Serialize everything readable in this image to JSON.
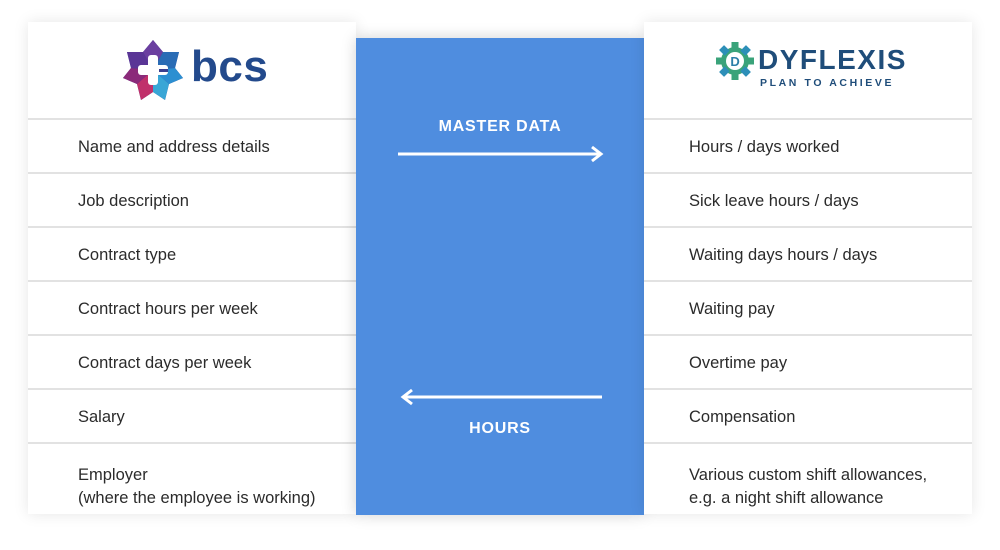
{
  "left": {
    "logo_text": "bcs",
    "items": [
      {
        "line1": "Name and address details"
      },
      {
        "line1": "Job description"
      },
      {
        "line1": "Contract type"
      },
      {
        "line1": "Contract hours per week"
      },
      {
        "line1": "Contract days per week"
      },
      {
        "line1": "Salary"
      },
      {
        "line1": "Employer",
        "line2": "(where the employee is working)"
      }
    ]
  },
  "right": {
    "logo_name": "DYFLEXIS",
    "logo_tagline": "PLAN TO ACHIEVE",
    "logo_letter": "D",
    "items": [
      {
        "line1": "Hours / days worked"
      },
      {
        "line1": "Sick leave hours / days"
      },
      {
        "line1": "Waiting days hours / days"
      },
      {
        "line1": "Waiting pay"
      },
      {
        "line1": "Overtime pay"
      },
      {
        "line1": "Compensation"
      },
      {
        "line1": "Various custom shift allowances,",
        "line2": "e.g. a night shift allowance"
      }
    ]
  },
  "center": {
    "top_label": "MASTER DATA",
    "bottom_label": "HOURS",
    "accent_color": "#4f8ddf"
  }
}
